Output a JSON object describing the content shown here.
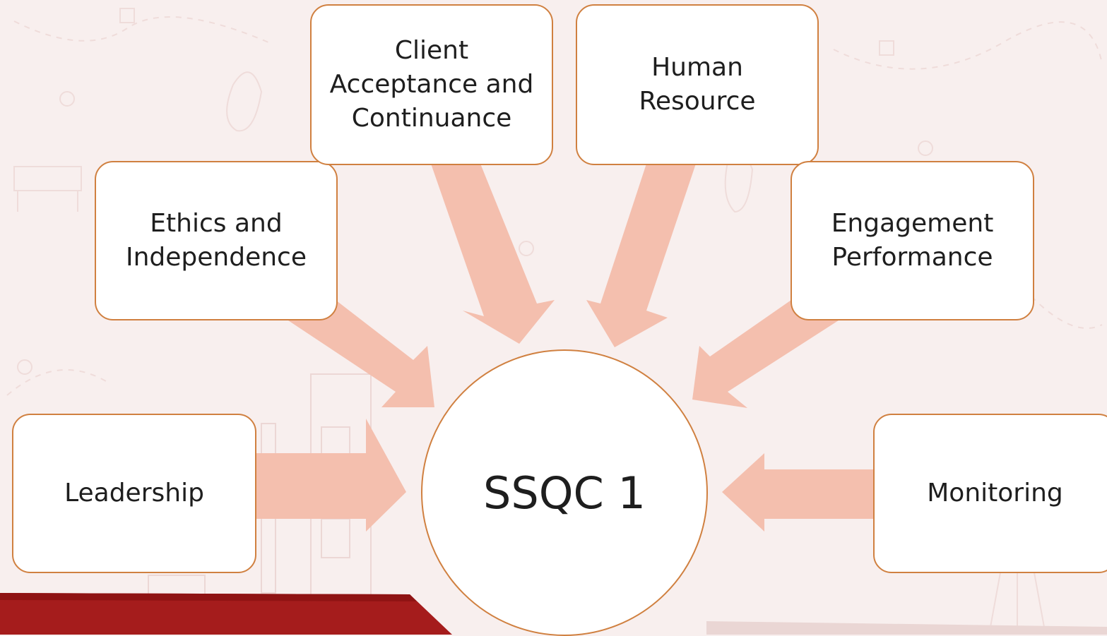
{
  "diagram": {
    "center_label": "SSQC 1",
    "components": [
      {
        "id": "ethics",
        "label": "Ethics and\nIndependence"
      },
      {
        "id": "client",
        "label": "Client\nAcceptance and\nContinuance"
      },
      {
        "id": "hr",
        "label": "Human\nResource"
      },
      {
        "id": "engagement",
        "label": "Engagement\nPerformance"
      },
      {
        "id": "leadership",
        "label": "Leadership"
      },
      {
        "id": "monitoring",
        "label": "Monitoring"
      }
    ]
  },
  "colors": {
    "background": "#f8efee",
    "arrow": "#f4bfae",
    "border": "#d08040",
    "footer_band": "#a51c1c"
  }
}
